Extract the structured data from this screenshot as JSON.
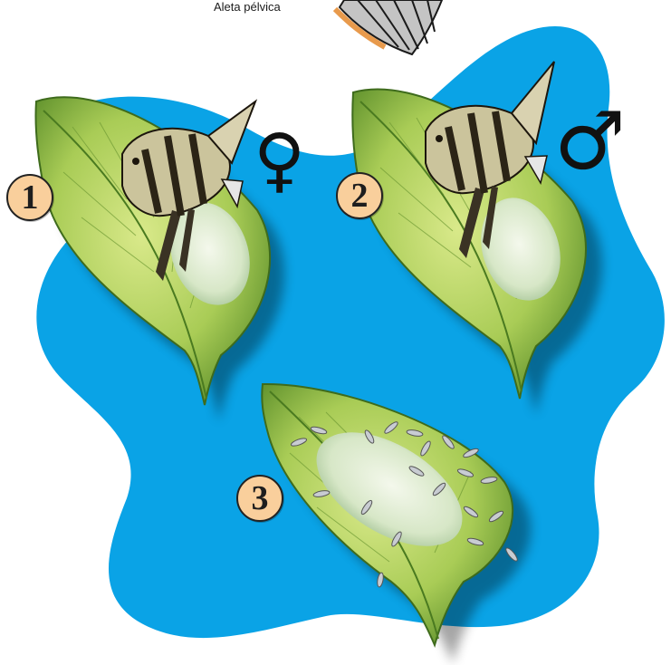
{
  "caption": {
    "text": "Aleta pélvica"
  },
  "steps": [
    {
      "label": "1"
    },
    {
      "label": "2"
    },
    {
      "label": "3"
    }
  ],
  "symbols": {
    "female": "♀",
    "male": "♂"
  },
  "colors": {
    "water": "#0aa3e6",
    "leaf_light": "#c6dd6a",
    "leaf_dark": "#5a8f2a",
    "badge_fill": "#f9cf9c",
    "egg": "#e8f2d8",
    "fish_body": "#c9c29a",
    "fish_stripe": "#2b2416"
  }
}
